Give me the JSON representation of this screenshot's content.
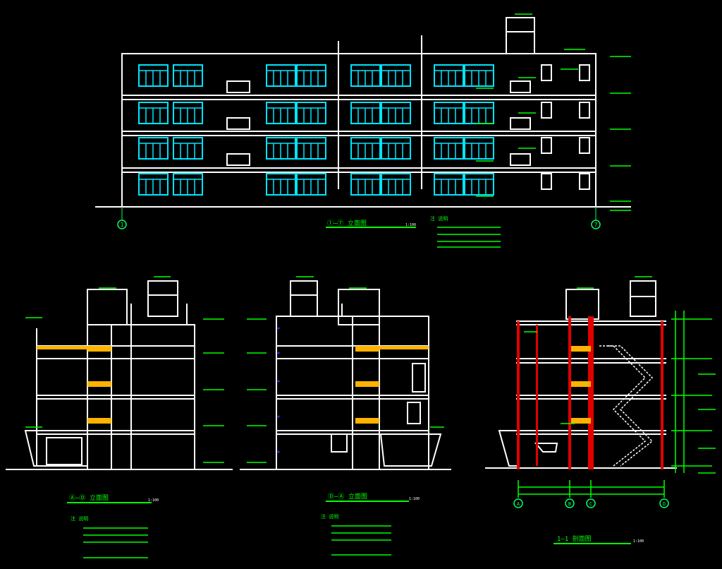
{
  "drawing": {
    "background": "#000000",
    "colors": {
      "structure": "#ffffff",
      "windows": "#00e5ff",
      "dimensions": "#00ff00",
      "columns": "#e00000",
      "slab_fill": "#ffb300",
      "axis_marker": "#00ff66",
      "grid_dot": "#3030ff"
    }
  },
  "views": {
    "front_elevation": {
      "title": "①—⑦ 立面图",
      "scale": "1:100",
      "axis_left": "1",
      "axis_right": "7"
    },
    "side_elevation_a": {
      "title": "Ⓐ—Ⓓ 立面图",
      "scale": "1:100"
    },
    "side_elevation_b": {
      "title": "Ⓓ—Ⓐ 立面图",
      "scale": "1:100"
    },
    "section": {
      "title": "1—1 剖面图",
      "scale": "1:100",
      "axes": [
        "A",
        "B",
        "C",
        "D"
      ]
    }
  },
  "legends": {
    "front": {
      "head": "注 说明"
    },
    "side_a": {
      "head": "注 说明"
    },
    "side_b": {
      "head": "注 说明"
    }
  }
}
